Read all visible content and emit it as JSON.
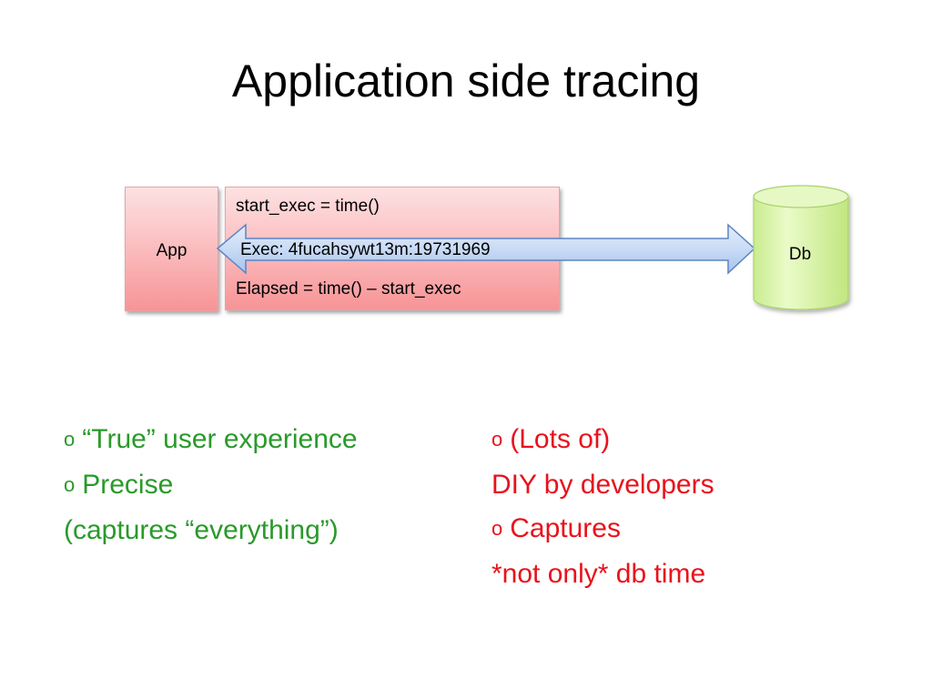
{
  "slide": {
    "title": "Application side tracing"
  },
  "diagram": {
    "app_label": "App",
    "code_lines": [
      "start_exec = time()",
      "Elapsed = time() – start_exec"
    ],
    "arrow_label": "Exec: 4fucahsywt13m:19731969",
    "db_label": "Db",
    "colors": {
      "box_fill": "#fbc0c2",
      "arrow_fill": "#c9dbf6",
      "arrow_stroke": "#5b85c4",
      "db_fill": "#d8f3a8",
      "db_stroke": "#a9d36e"
    }
  },
  "bullets": {
    "pros": {
      "color": "#2a9a2a",
      "lines": [
        {
          "marker": "o",
          "text": "“True” user experience"
        },
        {
          "marker": "o",
          "text": "Precise"
        },
        {
          "marker": "",
          "text": "(captures “everything”)"
        }
      ]
    },
    "cons": {
      "color": "#e8121c",
      "lines": [
        {
          "marker": "o",
          "text": "(Lots of)"
        },
        {
          "marker": "",
          "text": "DIY by developers"
        },
        {
          "marker": "o",
          "text": "Captures"
        },
        {
          "marker": "",
          "text": "*not only* db time"
        }
      ]
    }
  }
}
